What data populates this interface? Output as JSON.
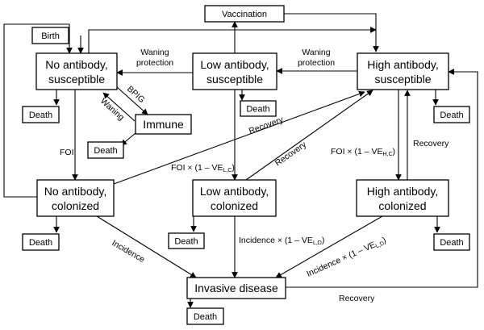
{
  "nodes": {
    "vaccination": "Vaccination",
    "birth": "Birth",
    "no_ab_sus": [
      "No antibody,",
      "susceptible"
    ],
    "low_ab_sus": [
      "Low antibody,",
      "susceptible"
    ],
    "high_ab_sus": [
      "High antibody,",
      "susceptible"
    ],
    "immune": "Immune",
    "no_ab_col": [
      "No antibody,",
      "colonized"
    ],
    "low_ab_col": [
      "Low antibody,",
      "colonized"
    ],
    "high_ab_col": [
      "High antibody,",
      "colonized"
    ],
    "invasive": "Invasive disease",
    "death": "Death"
  },
  "edges": {
    "waning_protection": [
      "Waning",
      "protection"
    ],
    "bpig": "BPIG",
    "waning": "Waning",
    "foi": "FOI",
    "recovery": "Recovery",
    "incidence": "Incidence",
    "foi_low_pre": "FOI × (1 – VE",
    "foi_low_sub": "L,C",
    "foi_high_pre": "FOI × (1 – VE",
    "foi_high_sub": "H,C",
    "inc_low_pre": "Incidence × (1 – VE",
    "inc_low_sub": "L,D",
    "inc_high_pre": "Incidence × (1 – VE",
    "inc_high_sub": "L,D",
    "close_paren": ")"
  }
}
